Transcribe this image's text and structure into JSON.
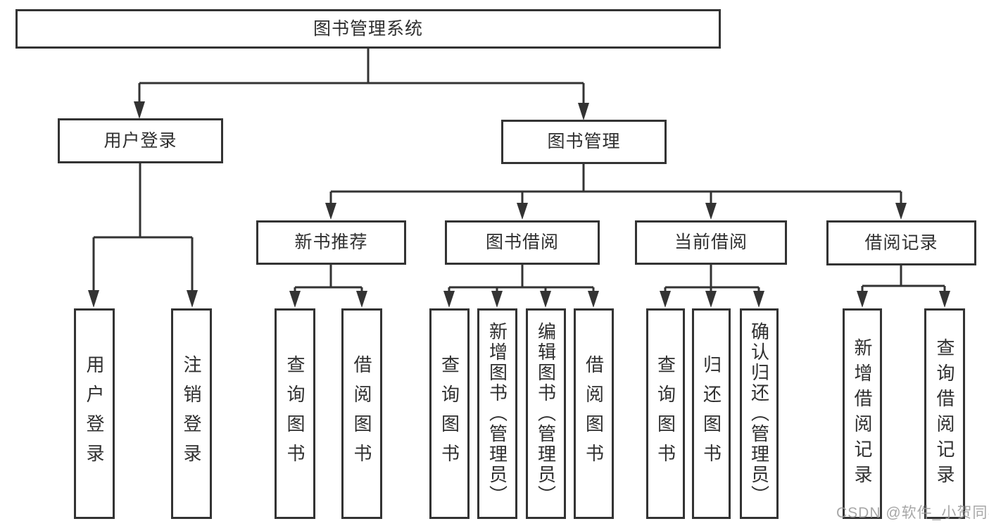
{
  "tree": {
    "root": "图书管理系统",
    "branches": [
      {
        "label": "用户登录",
        "children": [
          "用户登录",
          "注销登录"
        ]
      },
      {
        "label": "图书管理",
        "modules": [
          {
            "label": "新书推荐",
            "children": [
              "查询图书",
              "借阅图书"
            ]
          },
          {
            "label": "图书借阅",
            "children": [
              "查询图书",
              "新增图书（管理员）",
              "编辑图书（管理员）",
              "借阅图书"
            ]
          },
          {
            "label": "当前借阅",
            "children": [
              "查询图书",
              "归还图书",
              "确认归还（管理员）"
            ]
          },
          {
            "label": "借阅记录",
            "children": [
              "新增借阅记录",
              "查询借阅记录"
            ]
          }
        ]
      }
    ]
  },
  "watermark": "CSDN @软件_小贺同学",
  "colors": {
    "line": "#333333",
    "text": "#2f2f2f",
    "background": "#ffffff",
    "watermark": "#9b9b9b"
  }
}
